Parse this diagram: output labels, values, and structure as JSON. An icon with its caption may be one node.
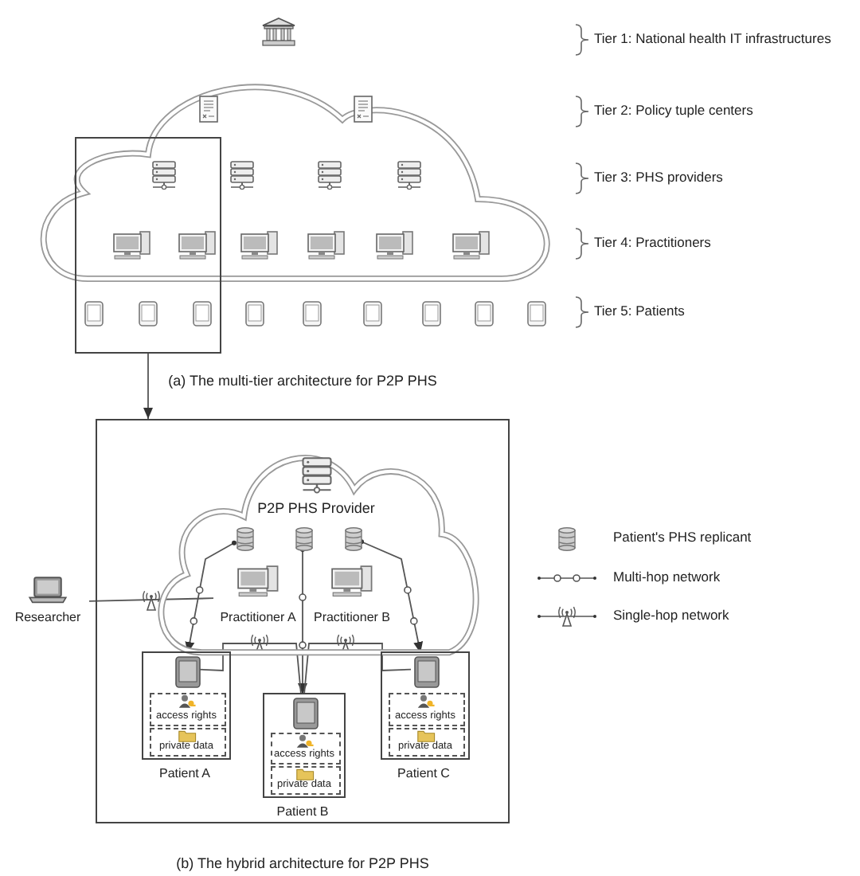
{
  "diagram": {
    "nodes": [
      {
        "text": [],
        "shape": "box"
      },
      {
        "text": [],
        "shape": "box"
      },
      {
        "text": [
          "P2P PHS Provider"
        ],
        "in": 1
      },
      {
        "text": [],
        "shape": "cylinder",
        "in": 2
      },
      {
        "text": [],
        "shape": "cylinder",
        "in": 2
      },
      {
        "text": [],
        "shape": "cylinder",
        "in": 2
      },
      {
        "text": [
          "Practitioner A"
        ],
        "in": 2
      },
      {
        "text": [
          "Practitioner B"
        ],
        "in": 2
      },
      {
        "text": [
          "Researcher"
        ]
      },
      {
        "text": [
          "Patient A"
        ],
        "in": 1
      },
      {
        "text": [],
        "shape": "tablet",
        "in": 9
      },
      {
        "text": [
          "access rights"
        ],
        "in": 9
      },
      {
        "text": [
          "private data"
        ],
        "in": 9
      },
      {
        "text": [
          "Patient B"
        ],
        "in": 1
      },
      {
        "text": [],
        "shape": "tablet",
        "in": 13
      },
      {
        "text": [
          "access rights"
        ],
        "in": 13
      },
      {
        "text": [
          "private data"
        ],
        "in": 13
      },
      {
        "text": [
          "Patient C"
        ],
        "in": 1
      },
      {
        "text": [],
        "shape": "tablet",
        "in": 17
      },
      {
        "text": [
          "access rights"
        ],
        "in": 17
      },
      {
        "text": [
          "private data"
        ],
        "in": 17
      }
    ],
    "edges": [
      {
        "from": 0,
        "to": 1,
        "arrow": "to"
      },
      {
        "from": 3,
        "to": 10,
        "arrow": "to"
      },
      {
        "from": 4,
        "to": 14,
        "arrow": "to"
      },
      {
        "from": 5,
        "to": 18,
        "arrow": "to"
      },
      {
        "from": 8,
        "to": 6,
        "arrow": "none"
      },
      {
        "from": 10,
        "to": 14,
        "arrow": "none"
      },
      {
        "from": 14,
        "to": 18,
        "arrow": "none"
      }
    ],
    "labels": [
      "Tier 1: National health IT infrastructures",
      "Tier 2: Policy tuple centers",
      "Tier 3: PHS providers",
      "Tier 4: Practitioners",
      "Tier 5: Patients",
      "(a) The multi-tier architecture for P2P PHS",
      "(b) The hybrid architecture for P2P PHS"
    ],
    "legend": [
      {
        "text": "Patient's PHS replicant"
      },
      {
        "text": "Multi-hop network"
      },
      {
        "text": "Single-hop network"
      }
    ]
  }
}
